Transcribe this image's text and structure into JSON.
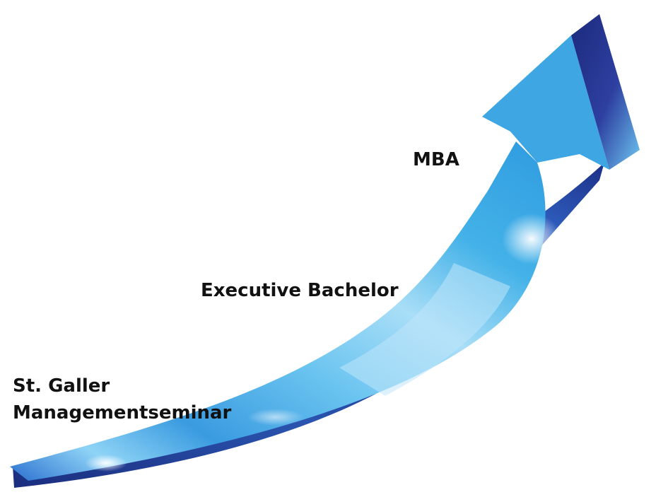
{
  "diagram": {
    "stages": [
      {
        "label": "MBA"
      },
      {
        "label": "Executive Bachelor"
      },
      {
        "label_lines": [
          "St. Galler",
          "Managementseminar"
        ]
      }
    ]
  },
  "colors": {
    "arrow_light": "#b7e3f8",
    "arrow_mid": "#44b2e8",
    "arrow_deep": "#1f7fd0",
    "arrow_dark": "#1c2f86",
    "text": "#111111"
  }
}
